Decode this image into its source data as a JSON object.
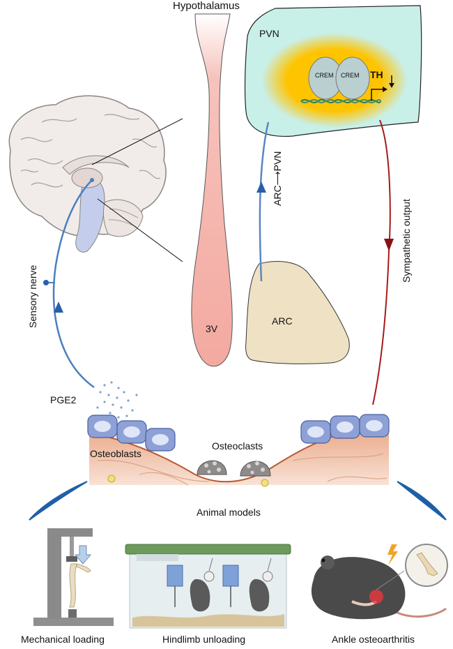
{
  "labels": {
    "hypothalamus": "Hypothalamus",
    "pvn": "PVN",
    "crem_left": "CREM",
    "crem_right": "CREM",
    "th": "TH",
    "arc_to_pvn": "ARC⟶PVN",
    "arc": "ARC",
    "third_ventricle": "3V",
    "sympathetic_output": "Sympathetic output",
    "sensory_nerve": "Sensory nerve",
    "pge2": "PGE2",
    "osteoblasts": "Osteoblasts",
    "osteoclasts": "Osteoclasts",
    "animal_models": "Animal models"
  },
  "models": [
    {
      "label": "Mechanical loading"
    },
    {
      "label": "Hindlimb unloading"
    },
    {
      "label": "Ankle osteoarthritis"
    }
  ],
  "colors": {
    "pvn_fill": "#c9efe9",
    "glow": "#ffc400",
    "ventricle": "#f6b3ab",
    "arc_fill": "#efe2c4",
    "nerve_blue": "#4a7fc0",
    "sympathetic_red": "#a61b1b",
    "bone": "#f2c8b0",
    "cell": "#7a8fc8"
  },
  "icons": {
    "th_arrow": "down-arrow-icon",
    "lightning": "lightning-icon"
  }
}
